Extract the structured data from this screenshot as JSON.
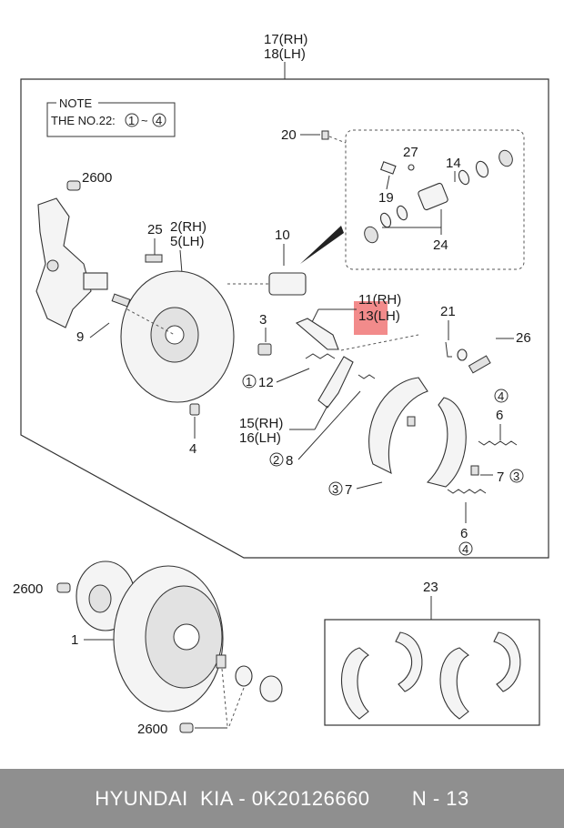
{
  "note": {
    "title": "NOTE",
    "text": "THE NO.22:",
    "range_start": "1",
    "range_sep": "~",
    "range_end": "4"
  },
  "labels": {
    "p17": "17(RH)",
    "p18": "18(LH)",
    "p20": "20",
    "p27": "27",
    "p14": "14",
    "p19": "19",
    "p24": "24",
    "p2600_top": "2600",
    "p25": "25",
    "p2": "2(RH)",
    "p5": "5(LH)",
    "p10": "10",
    "p9": "9",
    "p3": "3",
    "p11": "11(RH)",
    "p13": "13(LH)",
    "p21": "21",
    "p26": "26",
    "p12": "12",
    "p12_circle": "1",
    "p4": "4",
    "p15": "15(RH)",
    "p16": "16(LH)",
    "p8": "8",
    "p8_circle": "2",
    "p4_circle_a": "4",
    "p6_a": "6",
    "p7": "7",
    "p7_circle": "3",
    "p37": "7",
    "p37_circle": "3",
    "p6_b": "6",
    "p4_circle_b": "4",
    "p2600_left": "2600",
    "p1": "1",
    "p23": "23",
    "p2600_bottom": "2600"
  },
  "highlight_color": "#f28b8b",
  "footer": {
    "brand": "HYUNDAI  KIA - 0K20126660",
    "page": "N - 13"
  }
}
